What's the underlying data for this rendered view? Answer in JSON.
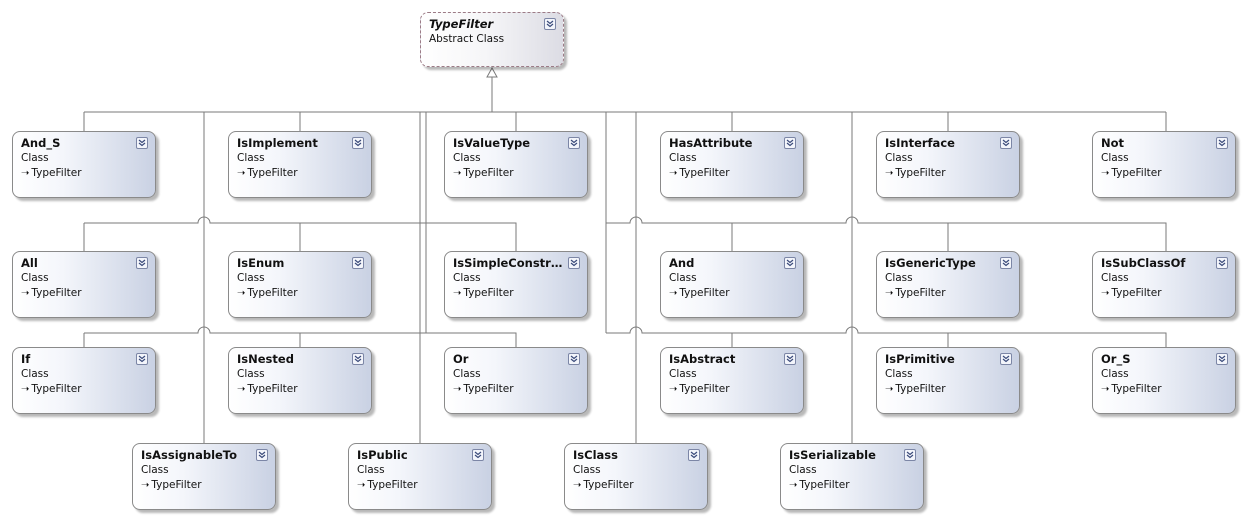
{
  "root": {
    "name": "TypeFilter",
    "kind": "Abstract Class"
  },
  "classes": [
    {
      "name": "And_S",
      "kind": "Class",
      "base": "TypeFilter"
    },
    {
      "name": "IsImplement",
      "kind": "Class",
      "base": "TypeFilter"
    },
    {
      "name": "IsValueType",
      "kind": "Class",
      "base": "TypeFilter"
    },
    {
      "name": "HasAttribute",
      "kind": "Class",
      "base": "TypeFilter"
    },
    {
      "name": "IsInterface",
      "kind": "Class",
      "base": "TypeFilter"
    },
    {
      "name": "Not",
      "kind": "Class",
      "base": "TypeFilter"
    },
    {
      "name": "All",
      "kind": "Class",
      "base": "TypeFilter"
    },
    {
      "name": "IsEnum",
      "kind": "Class",
      "base": "TypeFilter"
    },
    {
      "name": "IsSimpleConstr…",
      "kind": "Class",
      "base": "TypeFilter"
    },
    {
      "name": "And",
      "kind": "Class",
      "base": "TypeFilter"
    },
    {
      "name": "IsGenericType",
      "kind": "Class",
      "base": "TypeFilter"
    },
    {
      "name": "IsSubClassOf",
      "kind": "Class",
      "base": "TypeFilter"
    },
    {
      "name": "If",
      "kind": "Class",
      "base": "TypeFilter"
    },
    {
      "name": "IsNested",
      "kind": "Class",
      "base": "TypeFilter"
    },
    {
      "name": "Or",
      "kind": "Class",
      "base": "TypeFilter"
    },
    {
      "name": "IsAbstract",
      "kind": "Class",
      "base": "TypeFilter"
    },
    {
      "name": "IsPrimitive",
      "kind": "Class",
      "base": "TypeFilter"
    },
    {
      "name": "Or_S",
      "kind": "Class",
      "base": "TypeFilter"
    },
    {
      "name": "IsAssignableTo",
      "kind": "Class",
      "base": "TypeFilter"
    },
    {
      "name": "IsPublic",
      "kind": "Class",
      "base": "TypeFilter"
    },
    {
      "name": "IsClass",
      "kind": "Class",
      "base": "TypeFilter"
    },
    {
      "name": "IsSerializable",
      "kind": "Class",
      "base": "TypeFilter"
    }
  ],
  "icons": {
    "expand": "double-chevron-down-icon",
    "inherits": "inheritance-arrow-icon"
  },
  "colors": {
    "connector": "#7a7a7a",
    "border": "#8a8a8a",
    "gradient_end": "#c9d1e3"
  }
}
